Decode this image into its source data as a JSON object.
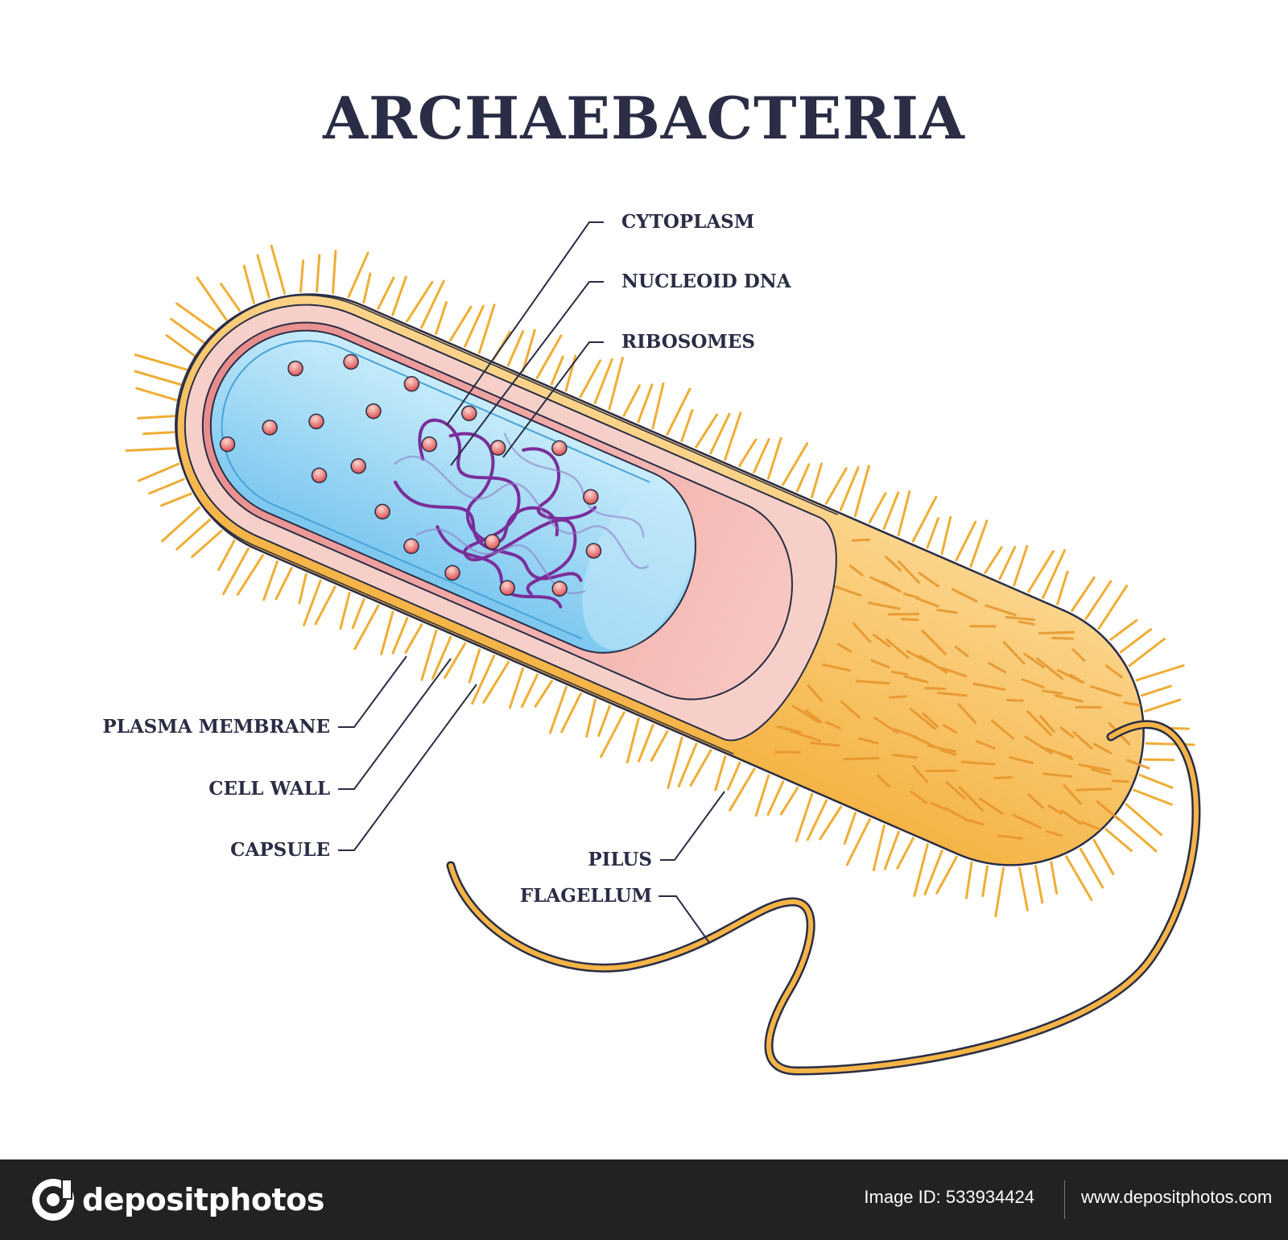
{
  "title": "ARCHAEBACTERIA",
  "labels": {
    "cytoplasm": "CYTOPLASM",
    "nucleoid_dna": "NUCLEOID DNA",
    "ribosomes": "RIBOSOMES",
    "plasma_membrane": "PLASMA MEMBRANE",
    "cell_wall": "CELL WALL",
    "capsule": "CAPSULE",
    "pilus": "PILUS",
    "flagellum": "FLAGELLUM"
  },
  "footer": {
    "brand": "depositphotos",
    "image_id": "Image ID: 533934424",
    "site": "www.depositphotos.com"
  },
  "colors": {
    "ink": "#2a2d45",
    "capsule": "#f2b33a",
    "capsule_fill": "#f8c56a",
    "cell_wall": "#f6d0c8",
    "cytoplasm": "#a9dcf5",
    "ribosome": "#e66a6a",
    "dna": "#7a2e9a",
    "footer_bg": "#222225"
  }
}
